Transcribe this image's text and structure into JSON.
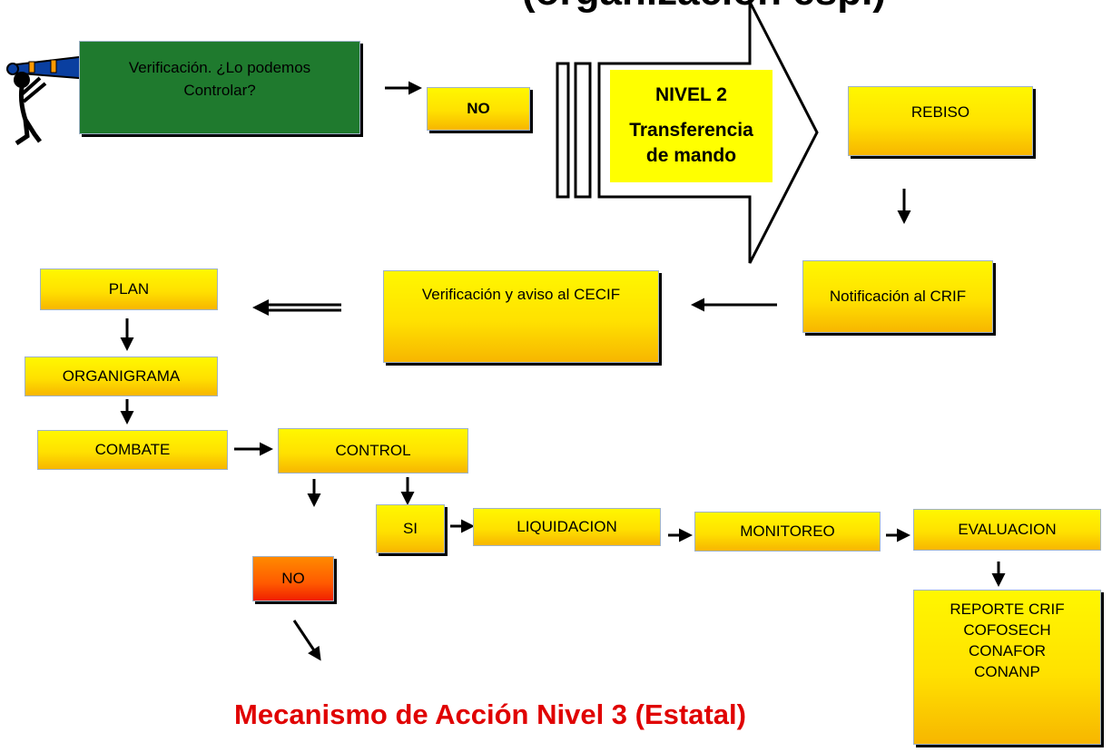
{
  "header_clipped_text": "(organización esp.)",
  "nodes": {
    "verificacion_controlar": "Verificación. ¿Lo podemos Controlar?",
    "no_top": "NO",
    "nivel2_title": "NIVEL 2",
    "nivel2_sub1": "Transferencia",
    "nivel2_sub2": "de mando",
    "rebiso": "REBISO",
    "notificacion_crif": "Notificación al CRIF",
    "verificacion_cecif": "Verificación y aviso al CECIF",
    "plan": "PLAN",
    "organigrama": "ORGANIGRAMA",
    "combate": "COMBATE",
    "control": "CONTROL",
    "si": "SI",
    "no_bottom": "NO",
    "liquidacion": "LIQUIDACION",
    "monitoreo": "MONITOREO",
    "evaluacion": "EVALUACION",
    "reporte": [
      "REPORTE CRIF",
      "COFOSECH",
      "CONAFOR",
      "CONANP"
    ]
  },
  "footer_title": "Mecanismo de Acción Nivel 3 (Estatal)",
  "colors": {
    "box_fill_top": "#fff700",
    "box_fill_bottom": "#f7b600",
    "green_box": "#1f7a2e",
    "no_box": "#ff5a00",
    "footer": "#e00000",
    "nivel_label": "#ffff00"
  }
}
